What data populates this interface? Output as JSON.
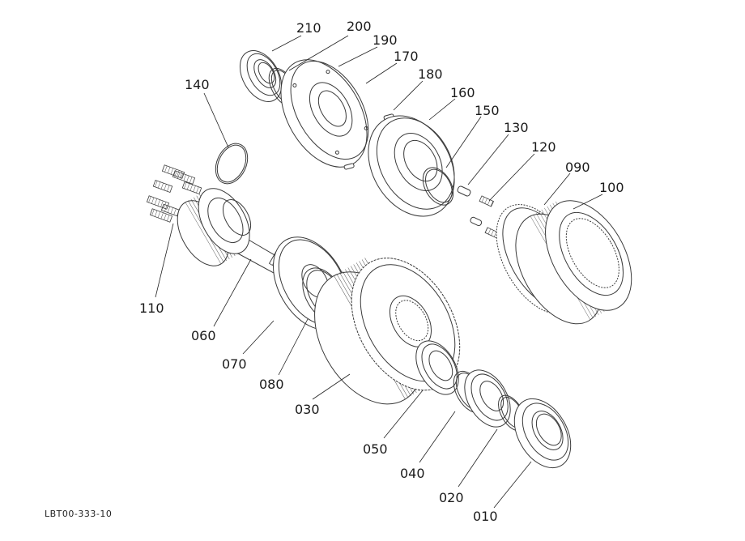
{
  "drawing_code": "LBT00-333-10",
  "parts": {
    "p210": "210",
    "p200": "200",
    "p190": "190",
    "p170": "170",
    "p180": "180",
    "p140": "140",
    "p160": "160",
    "p150": "150",
    "p130": "130",
    "p120": "120",
    "p090": "090",
    "p100": "100",
    "p110": "110",
    "p060": "060",
    "p070": "070",
    "p080": "080",
    "p030": "030",
    "p050": "050",
    "p040": "040",
    "p020": "020",
    "p010": "010"
  }
}
